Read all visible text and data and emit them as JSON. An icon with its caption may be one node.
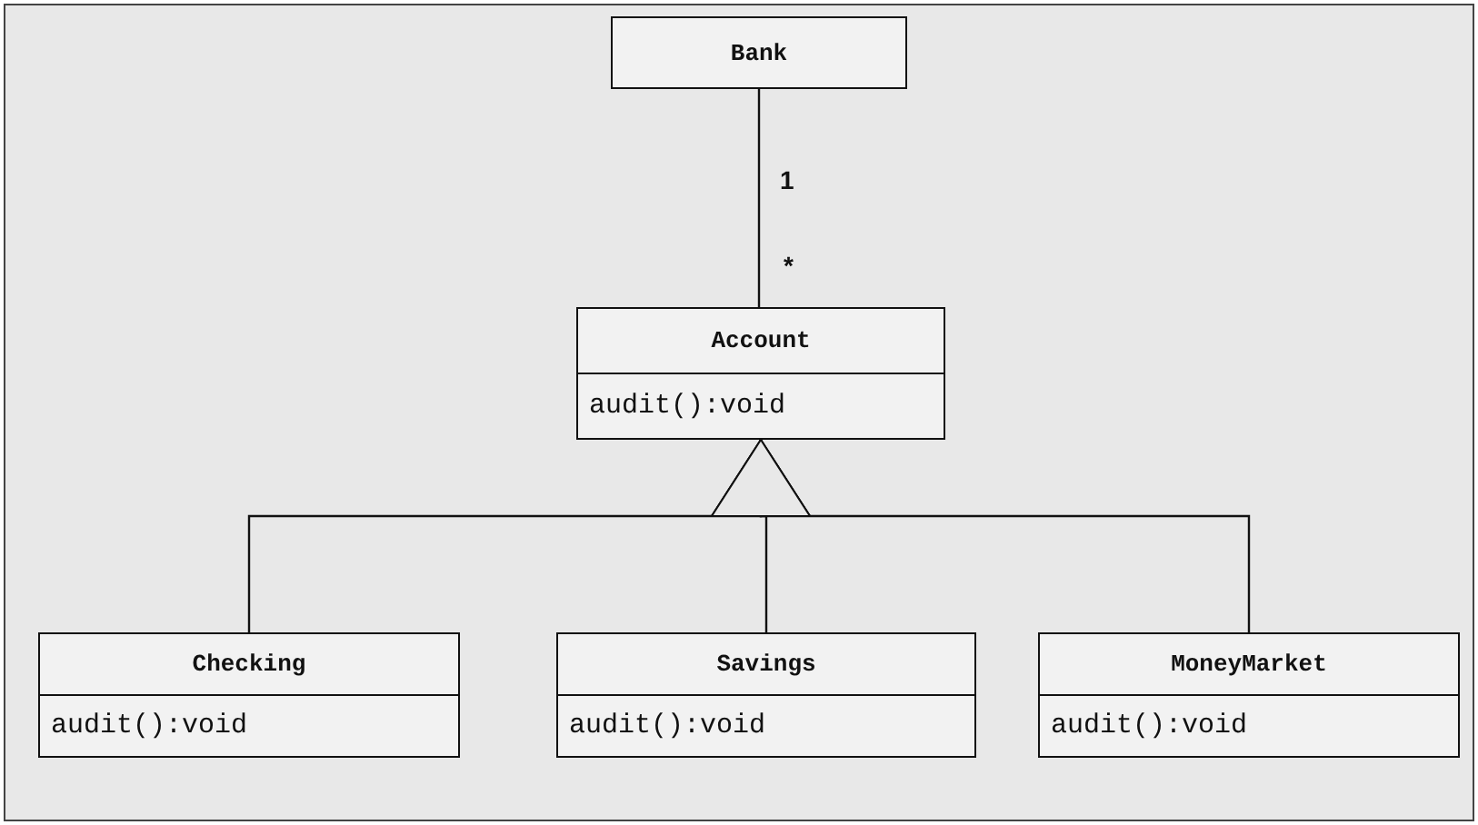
{
  "diagram": {
    "nodes": [
      {
        "text": [
          "Bank"
        ]
      },
      {
        "text": [
          "Account",
          "audit():void"
        ]
      },
      {
        "text": [
          "Checking",
          "audit():void"
        ]
      },
      {
        "text": [
          "Savings",
          "audit():void"
        ]
      },
      {
        "text": [
          "MoneyMarket",
          "audit():void"
        ]
      }
    ],
    "edges": [
      {
        "from": 0,
        "to": 1,
        "arrow": "none"
      },
      {
        "from": 2,
        "to": 1,
        "arrow": "to"
      },
      {
        "from": 3,
        "to": 1,
        "arrow": "to"
      },
      {
        "from": 4,
        "to": 1,
        "arrow": "to"
      }
    ],
    "labels": [
      "1",
      "*"
    ]
  }
}
